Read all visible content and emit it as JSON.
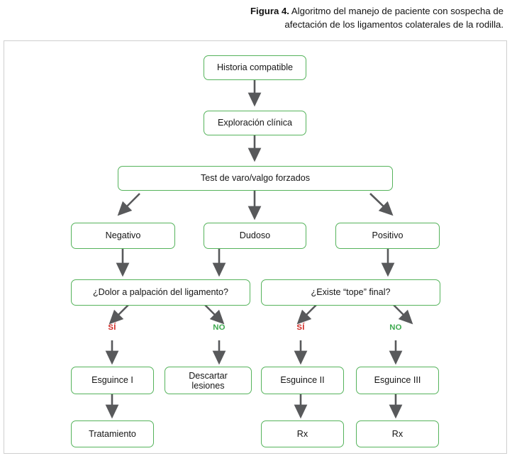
{
  "caption": {
    "figure_label": "Figura 4.",
    "line1_rest": " Algoritmo del manejo de paciente con sospecha de",
    "line2": "afectación de los ligamentos colaterales de la rodilla."
  },
  "colors": {
    "node_border": "#55b35b",
    "arrow": "#58595b",
    "yes_red": "#d02b26",
    "no_green": "#3faa50",
    "frame_border": "#cfcfcf",
    "background": "#ffffff"
  },
  "flowchart": {
    "type": "flowchart",
    "nodes": [
      {
        "id": "historia",
        "label": "Historia compatible"
      },
      {
        "id": "exploracion",
        "label": "Exploración clínica"
      },
      {
        "id": "test",
        "label": "Test de varo/valgo forzados"
      },
      {
        "id": "negativo",
        "label": "Negativo"
      },
      {
        "id": "dudoso",
        "label": "Dudoso"
      },
      {
        "id": "positivo",
        "label": "Positivo"
      },
      {
        "id": "dolor",
        "label": "¿Dolor a palpación del ligamento?"
      },
      {
        "id": "tope",
        "label": "¿Existe “tope” final?"
      },
      {
        "id": "esguince1",
        "label": "Esguince I"
      },
      {
        "id": "descartar_l1",
        "label": "Descartar"
      },
      {
        "id": "descartar_l2",
        "label": "lesiones"
      },
      {
        "id": "esguince2",
        "label": "Esguince II"
      },
      {
        "id": "esguince3",
        "label": "Esguince III"
      },
      {
        "id": "tratamiento",
        "label": "Tratamiento"
      },
      {
        "id": "rx_left",
        "label": "Rx"
      },
      {
        "id": "rx_right",
        "label": "Rx"
      }
    ],
    "decision_labels": [
      {
        "id": "dolor_si",
        "label": "SÍ",
        "kind": "yes"
      },
      {
        "id": "dolor_no",
        "label": "NO",
        "kind": "no"
      },
      {
        "id": "tope_si",
        "label": "SÍ",
        "kind": "yes"
      },
      {
        "id": "tope_no",
        "label": "NO",
        "kind": "no"
      }
    ],
    "edges": [
      {
        "from": "historia",
        "to": "exploracion",
        "kind": "straight"
      },
      {
        "from": "exploracion",
        "to": "test",
        "kind": "straight"
      },
      {
        "from": "test",
        "to": "negativo",
        "kind": "diagonal-left"
      },
      {
        "from": "test",
        "to": "dudoso",
        "kind": "straight"
      },
      {
        "from": "test",
        "to": "positivo",
        "kind": "diagonal-right"
      },
      {
        "from": "negativo",
        "to": "dolor",
        "kind": "straight"
      },
      {
        "from": "dudoso",
        "to": "dolor",
        "kind": "straight"
      },
      {
        "from": "positivo",
        "to": "tope",
        "kind": "straight"
      },
      {
        "from": "dolor",
        "to": "dolor_si",
        "kind": "diagonal-left"
      },
      {
        "from": "dolor",
        "to": "dolor_no",
        "kind": "diagonal-right"
      },
      {
        "from": "tope",
        "to": "tope_si",
        "kind": "diagonal-left"
      },
      {
        "from": "tope",
        "to": "tope_no",
        "kind": "diagonal-right"
      },
      {
        "from": "dolor_si",
        "to": "esguince1",
        "kind": "straight"
      },
      {
        "from": "dolor_no",
        "to": "descartar",
        "kind": "straight"
      },
      {
        "from": "tope_si",
        "to": "esguince2",
        "kind": "straight"
      },
      {
        "from": "tope_no",
        "to": "esguince3",
        "kind": "straight"
      },
      {
        "from": "esguince1",
        "to": "tratamiento",
        "kind": "straight"
      },
      {
        "from": "esguince2",
        "to": "rx_left",
        "kind": "straight"
      },
      {
        "from": "esguince3",
        "to": "rx_right",
        "kind": "straight"
      }
    ]
  }
}
